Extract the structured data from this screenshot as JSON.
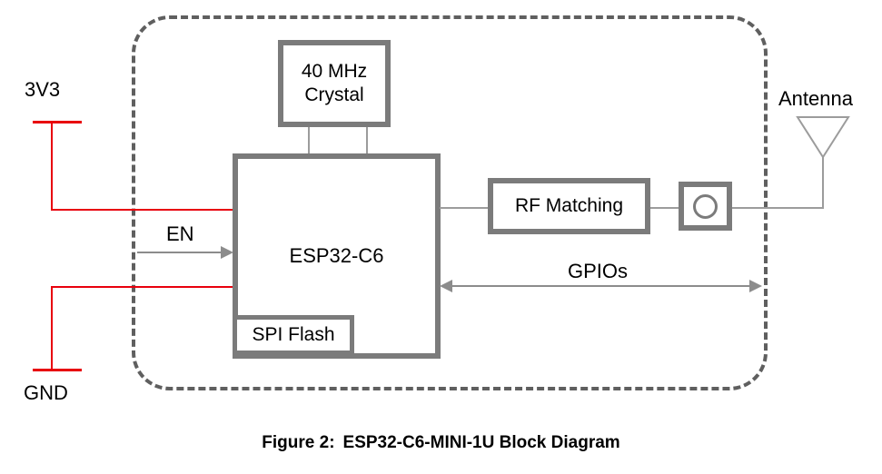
{
  "colors": {
    "power_line": "#e8000d",
    "box_border": "#7b7b7b",
    "dashed_border": "#5f5f5f",
    "trace_line": "#9c9c9c",
    "arrow": "#8c8c8c",
    "text": "#000000"
  },
  "module": {
    "power": {
      "vcc": "3V3",
      "gnd": "GND"
    },
    "signals": {
      "en": "EN",
      "gpios": "GPIOs"
    },
    "antenna_label": "Antenna",
    "blocks": {
      "crystal_line1": "40 MHz",
      "crystal_line2": "Crystal",
      "soc": "ESP32-C6",
      "spi_flash": "SPI Flash",
      "rf_matching": "RF Matching"
    }
  },
  "caption": {
    "prefix": "Figure 2:",
    "title": "ESP32-C6-MINI-1U Block Diagram"
  }
}
